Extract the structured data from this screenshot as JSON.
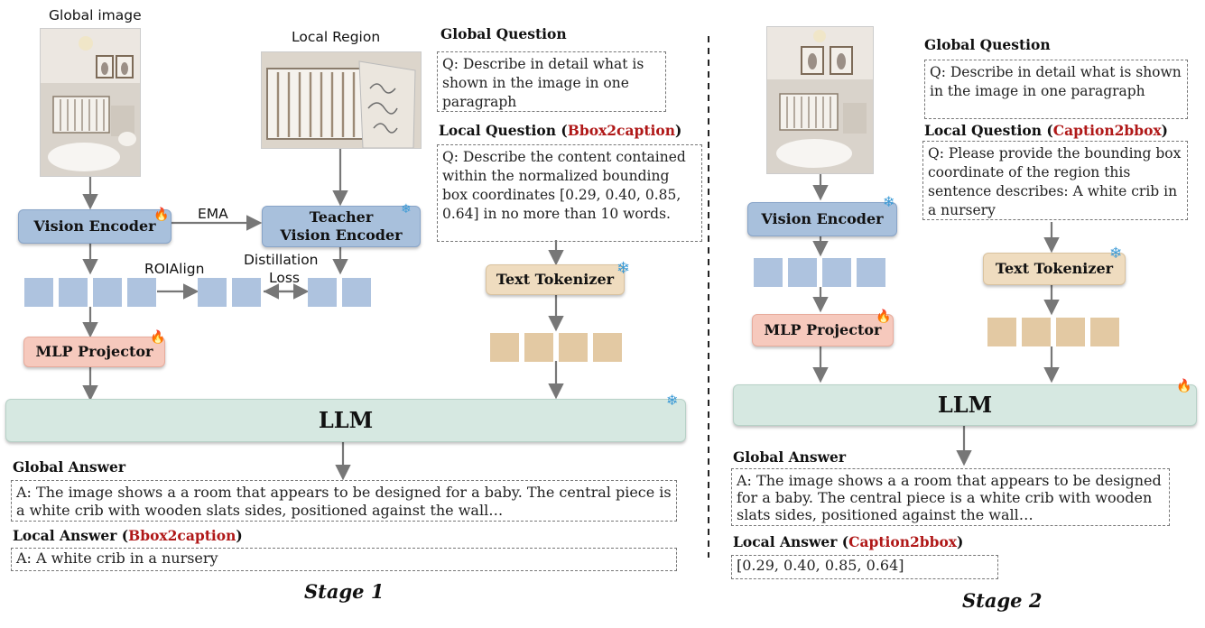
{
  "stage1": {
    "global_image_label": "Global image",
    "local_region_label": "Local Region",
    "vision_encoder": "Vision Encoder",
    "teacher_encoder_line1": "Teacher",
    "teacher_encoder_line2": "Vision Encoder",
    "ema_label": "EMA",
    "roialign_label": "ROIAlign",
    "distillation_line1": "Distillation",
    "distillation_line2": "Loss",
    "mlp_projector": "MLP Projector",
    "text_tokenizer": "Text Tokenizer",
    "llm": "LLM",
    "global_question_heading": "Global Question",
    "global_question_text": "Q: Describe in detail what is shown in the image in one paragraph",
    "local_question_prefix": "Local Question (",
    "local_question_task": "Bbox2caption",
    "local_question_suffix": ")",
    "local_question_text": "Q: Describe the content contained within the normalized bounding box coordinates [0.29, 0.40, 0.85, 0.64] in no more than 10 words.",
    "global_answer_heading": "Global Answer",
    "global_answer_text": "A: The image shows a a room that appears to be designed for a baby. The central piece is a white crib with wooden slats sides, positioned against the wall…",
    "local_answer_prefix": "Local Answer (",
    "local_answer_task": "Bbox2caption",
    "local_answer_suffix": ")",
    "local_answer_text": "A: A white crib in a nursery",
    "stage_label": "Stage 1"
  },
  "stage2": {
    "vision_encoder": "Vision Encoder",
    "mlp_projector": "MLP Projector",
    "text_tokenizer": "Text Tokenizer",
    "llm": "LLM",
    "global_question_heading": "Global Question",
    "global_question_text": "Q: Describe in detail what is shown in the image in one paragraph",
    "local_question_prefix": "Local Question (",
    "local_question_task": "Caption2bbox",
    "local_question_suffix": ")",
    "local_question_text": "Q: Please provide the bounding box coordinate of the region this sentence describes: A white crib in a nursery",
    "global_answer_heading": "Global Answer",
    "global_answer_text": "A: The image shows a a room that appears to be designed for a baby. The central piece is a white crib with wooden slats sides, positioned against the wall…",
    "local_answer_prefix": "Local Answer (",
    "local_answer_task": "Caption2bbox",
    "local_answer_suffix": ")",
    "local_answer_text": "[0.29, 0.40, 0.85, 0.64]",
    "stage_label": "Stage 2"
  },
  "icons": {
    "trainable": "fire-icon",
    "frozen": "snowflake-icon"
  },
  "colors": {
    "highlight": "#b01818",
    "encoder": "#a8c0dc",
    "projector": "#f6c9bd",
    "tokenizer": "#efdcbf",
    "llm": "#d6e8e1"
  }
}
